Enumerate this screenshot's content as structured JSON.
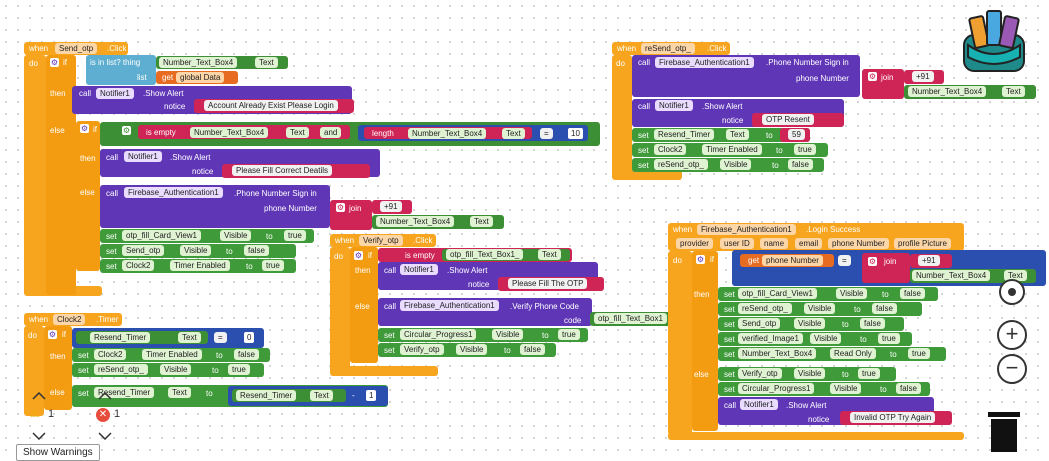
{
  "send_otp": {
    "when": "when",
    "comp": "Send_otp",
    "event": ".Click",
    "do": "do",
    "if": "if",
    "is_in_list": "is in list? thing",
    "list": "list",
    "tb4": "Number_Text_Box4",
    "text": "Text",
    "get": "get",
    "global": "global Data",
    "then": "then",
    "else": "else",
    "call": "call",
    "notifier": "Notifier1",
    "show_alert": ".Show Alert",
    "notice": "notice",
    "msg_exists": "Account Already Exist Please Login",
    "is_empty": "is empty",
    "and": "and",
    "length": "length",
    "eq": "=",
    "ten": "10",
    "msg_fill": "Please Fill Correct Deatils",
    "fb_auth": "Firebase_Authentication1",
    "phone_signin": ".Phone Number Sign in",
    "phone_number": "phone Number",
    "join": "join",
    "plus91": "+91",
    "set": "set",
    "card": "otp_fill_Card_View1",
    "visible": "Visible",
    "to": "to",
    "true": "true",
    "send_btn": "Send_otp",
    "false": "false",
    "clock2": "Clock2",
    "timer_enabled": "Timer Enabled"
  },
  "resend": {
    "when": "when",
    "comp": "reSend_otp_",
    "event": ".Click",
    "do": "do",
    "call": "call",
    "fb_auth": "Firebase_Authentication1",
    "phone_signin": ".Phone Number Sign in",
    "phone_number": "phone Number",
    "join": "join",
    "plus91": "+91",
    "tb4": "Number_Text_Box4",
    "text": "Text",
    "notifier": "Notifier1",
    "show_alert": ".Show Alert",
    "notice": "notice",
    "msg": "OTP Resent",
    "set": "set",
    "resend_timer": "Resend_Timer",
    "to": "to",
    "fifty_nine": "59",
    "clock2": "Clock2",
    "timer_enabled": "Timer Enabled",
    "true": "true",
    "resend_btn": "reSend_otp_",
    "visible": "Visible",
    "false": "false"
  },
  "verify": {
    "when": "when",
    "comp": "Verify_otp",
    "event": ".Click",
    "do": "do",
    "if": "if",
    "is_empty": "is empty",
    "otp_box": "otp_fill_Text_Box1_",
    "text": "Text",
    "then": "then",
    "call": "call",
    "notifier": "Notifier1",
    "show_alert": ".Show Alert",
    "notice": "notice",
    "msg": "Please Fill The OTP",
    "else": "else",
    "fb_auth": "Firebase_Authentication1",
    "verify_code": ".Verify Phone Code",
    "code": "code",
    "otp_box_code": "otp_fill_Text_Box1",
    "set": "set",
    "progress": "Circular_Progress1",
    "visible": "Visible",
    "to": "to",
    "true": "true",
    "verify_btn": "Verify_otp",
    "false": "false"
  },
  "clock": {
    "when": "when",
    "comp": "Clock2",
    "event": ".Timer",
    "do": "do",
    "if": "if",
    "resend_timer": "Resend_Timer",
    "text": "Text",
    "eq": "=",
    "zero": "0",
    "then": "then",
    "set": "set",
    "clock2": "Clock2",
    "timer_enabled": "Timer Enabled",
    "to": "to",
    "false": "false",
    "resend_btn": "reSend_otp_",
    "visible": "Visible",
    "true": "true",
    "else": "else",
    "minus": "-",
    "one": "1"
  },
  "login": {
    "when": "when",
    "comp": "Firebase_Authentication1",
    "event": ".Login Success",
    "params": [
      "provider",
      "user ID",
      "name",
      "email",
      "phone Number",
      "profile Picture"
    ],
    "do": "do",
    "if": "if",
    "get": "get",
    "phone_number": "phone Number",
    "eq": "=",
    "join": "join",
    "plus91": "+91",
    "tb4": "Number_Text_Box4",
    "text": "Text",
    "then": "then",
    "set": "set",
    "card": "otp_fill_Card_View1",
    "visible": "Visible",
    "to": "to",
    "false": "false",
    "resend_btn": "reSend_otp_",
    "send_btn": "Send_otp",
    "verified_img": "verified_Image1",
    "true": "true",
    "read_only": "Read Only",
    "else": "else",
    "verify_btn": "Verify_otp",
    "progress": "Circular_Progress1",
    "call": "call",
    "notifier": "Notifier1",
    "show_alert": ".Show Alert",
    "notice": "notice",
    "msg": "Invalid OTP Try Again"
  },
  "workspace": {
    "warnings": "1",
    "errors": "1",
    "show_warnings": "Show Warnings"
  },
  "icons": {
    "backpack": "backpack-icon",
    "target": "target-icon",
    "zoom_in": "zoom-in-icon",
    "zoom_out": "zoom-out-icon",
    "trash": "trash-icon",
    "warning": "warning-icon",
    "error": "error-icon"
  }
}
